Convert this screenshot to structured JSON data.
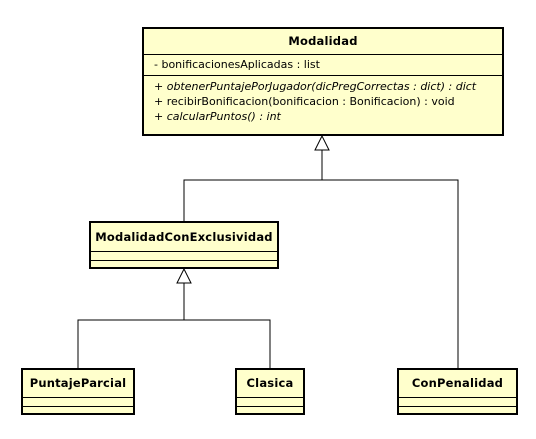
{
  "diagram": {
    "classes": {
      "modalidad": {
        "name": "Modalidad",
        "attributes": [
          "- bonificacionesAplicadas : list"
        ],
        "methods": [
          {
            "text": "+ obtenerPuntajePorJugador(dicPregCorrectas : dict) : dict",
            "italic": true
          },
          {
            "text": "+ recibirBonificacion(bonificacion : Bonificacion) : void",
            "italic": false
          },
          {
            "text": "+ calcularPuntos() : int",
            "italic": true
          }
        ]
      },
      "modalidad_con_exclusividad": {
        "name": "ModalidadConExclusividad"
      },
      "puntaje_parcial": {
        "name": "PuntajeParcial"
      },
      "clasica": {
        "name": "Clasica"
      },
      "con_penalidad": {
        "name": "ConPenalidad"
      }
    },
    "relations": [
      {
        "type": "generalization",
        "from": "ModalidadConExclusividad",
        "to": "Modalidad"
      },
      {
        "type": "generalization",
        "from": "ConPenalidad",
        "to": "Modalidad"
      },
      {
        "type": "generalization",
        "from": "PuntajeParcial",
        "to": "ModalidadConExclusividad"
      },
      {
        "type": "generalization",
        "from": "Clasica",
        "to": "ModalidadConExclusividad"
      }
    ],
    "colors": {
      "class_fill": "#ffffcc",
      "stroke": "#000000",
      "background": "#ffffff"
    }
  }
}
